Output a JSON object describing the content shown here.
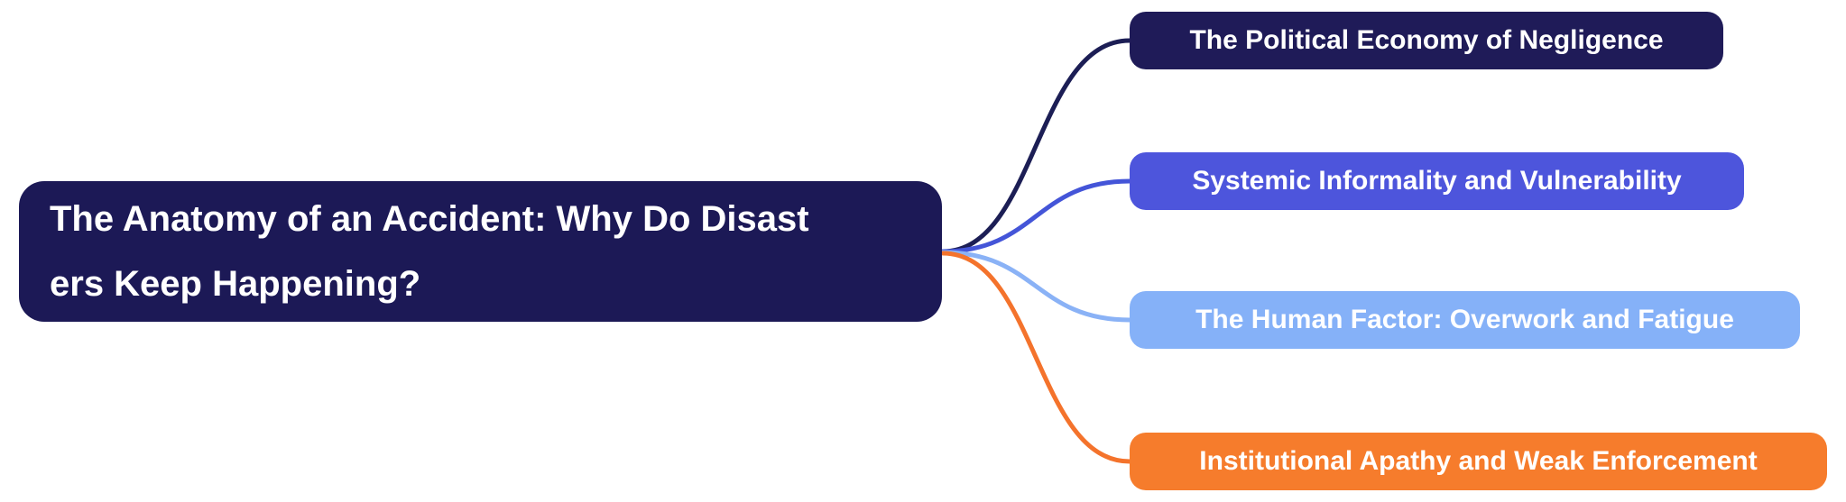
{
  "root": {
    "text": "The Anatomy of an Accident: Why Do Disasters Keep Happening?",
    "lines": [
      "The Anatomy of an Accident: Why Do Disast",
      "ers Keep Happening?"
    ],
    "bg": "#1C1956",
    "text_color": "#FFFFFF"
  },
  "branches": [
    {
      "label": "The Political Economy of Negligence",
      "bg": "#1F1B58",
      "link": "#1C1E55",
      "text_color": "#FFFFFF"
    },
    {
      "label": "Systemic Informality and Vulnerability",
      "bg": "#4D55DC",
      "link": "#4455D8",
      "text_color": "#FFFFFF"
    },
    {
      "label": "The Human Factor: Overwork and Fatigue",
      "bg": "#85B1F8",
      "link": "#8AB2F6",
      "text_color": "#FFFFFF"
    },
    {
      "label": "Institutional Apathy and Weak Enforcement",
      "bg": "#F67C2C",
      "link": "#F4732C",
      "text_color": "#FFFFFF"
    }
  ],
  "canvas_bg": "#FFFFFF"
}
